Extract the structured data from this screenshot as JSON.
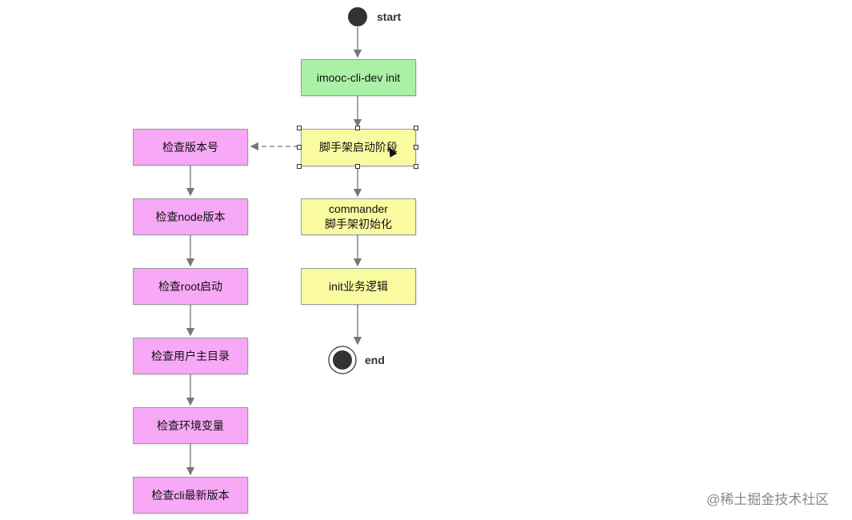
{
  "diagram": {
    "start_label": "start",
    "end_label": "end",
    "main_flow": [
      {
        "id": "init",
        "label": "imooc-cli-dev init",
        "color": "#aaf0a6"
      },
      {
        "id": "startup",
        "label": "脚手架启动阶段",
        "color": "#fafaa0"
      },
      {
        "id": "commander",
        "label_line1": "commander",
        "label_line2": "脚手架初始化",
        "color": "#fafaa0"
      },
      {
        "id": "business",
        "label": "init业务逻辑",
        "color": "#fafaa0"
      }
    ],
    "check_flow": [
      {
        "label": "检查版本号",
        "color": "#f7a8f7"
      },
      {
        "label": "检查node版本",
        "color": "#f7a8f7"
      },
      {
        "label": "检查root启动",
        "color": "#f7a8f7"
      },
      {
        "label": "检查用户主目录",
        "color": "#f7a8f7"
      },
      {
        "label": "检查环境变量",
        "color": "#f7a8f7"
      },
      {
        "label": "检查cli最新版本",
        "color": "#f7a8f7"
      }
    ]
  },
  "watermark": "@稀土掘金技术社区"
}
